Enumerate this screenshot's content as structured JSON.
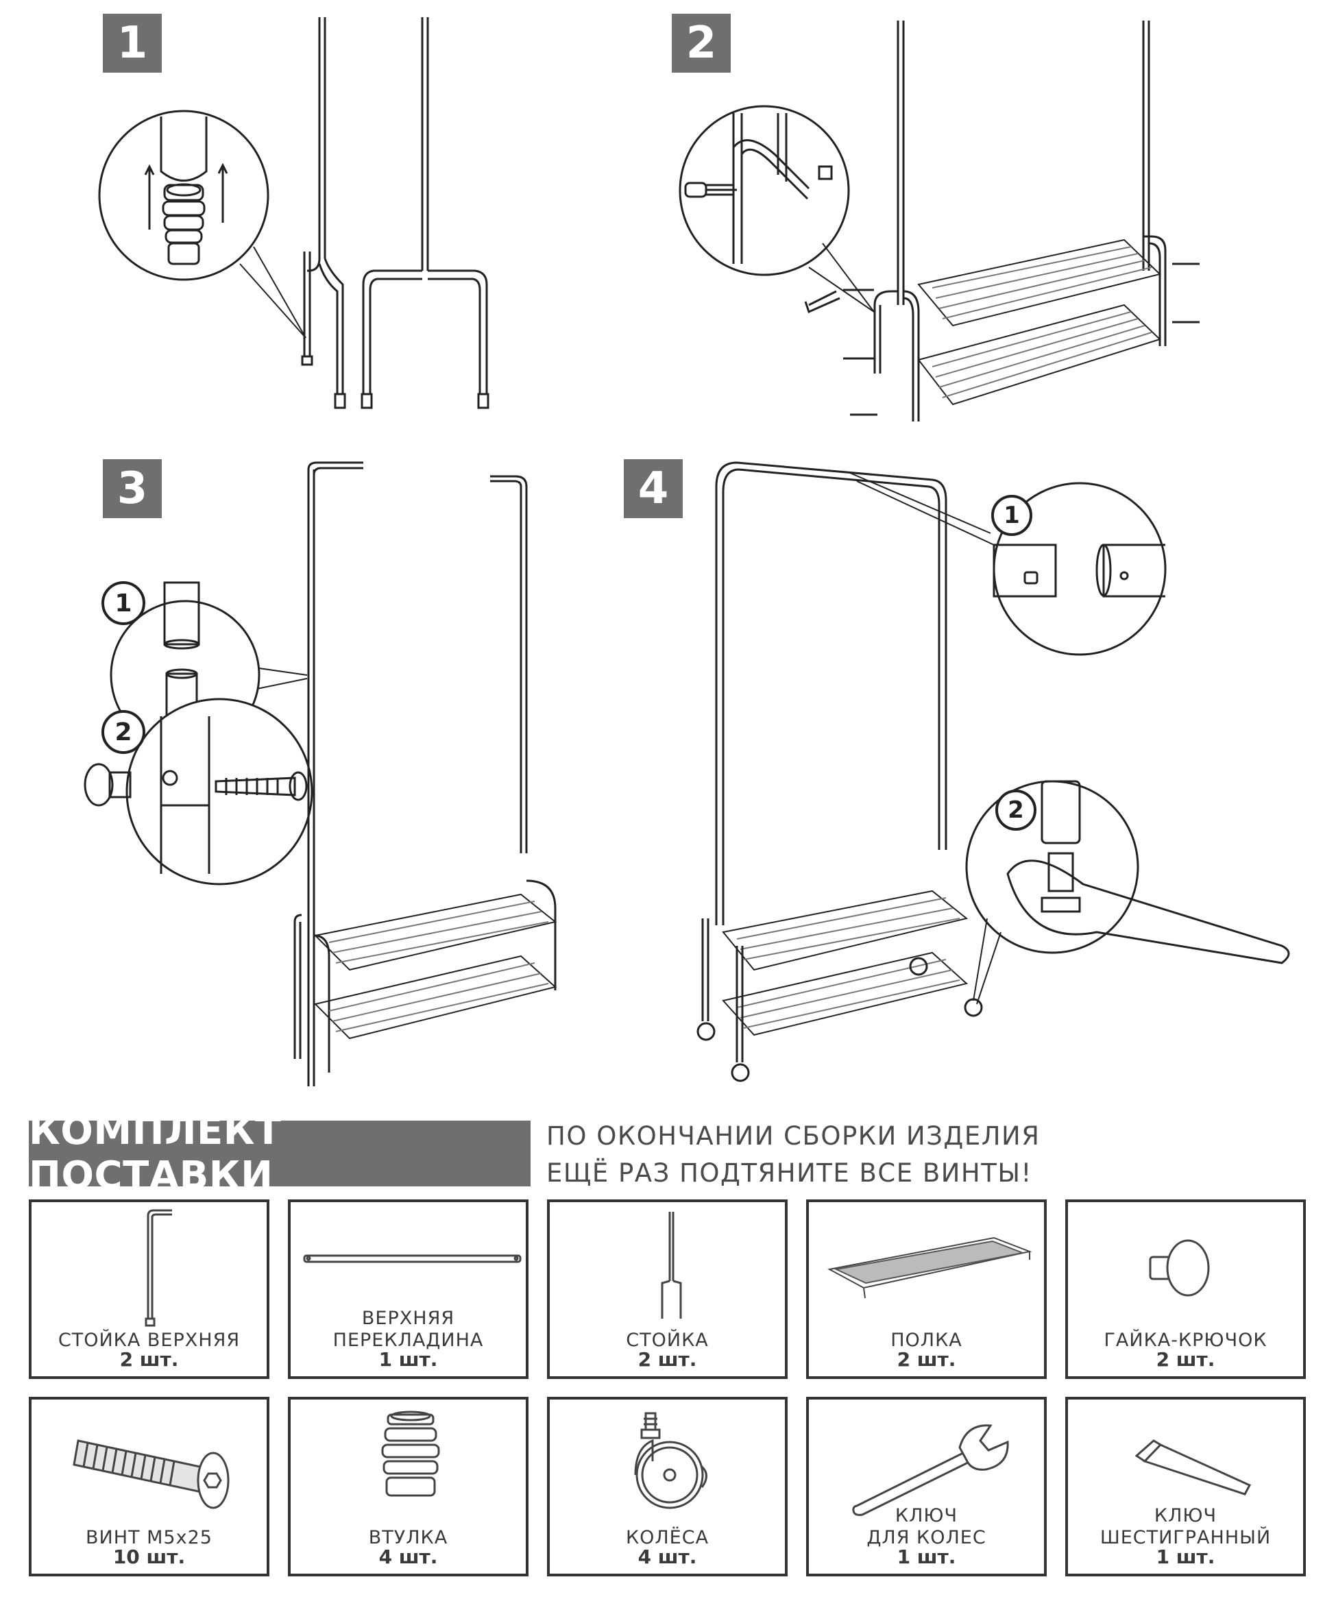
{
  "steps": [
    {
      "number": "1"
    },
    {
      "number": "2"
    },
    {
      "number": "3"
    },
    {
      "number": "4"
    }
  ],
  "callouts": {
    "step3_a": "1",
    "step3_b": "2",
    "step4_a": "1",
    "step4_b": "2"
  },
  "kit": {
    "title": "КОМПЛЕКТ ПОСТАВКИ",
    "note_line1": "ПО ОКОНЧАНИИ СБОРКИ ИЗДЕЛИЯ",
    "note_line2": "ЕЩЁ РАЗ ПОДТЯНИТЕ ВСЕ ВИНТЫ!",
    "parts": [
      {
        "label": "СТОЙКА ВЕРХНЯЯ",
        "qty": "2 шт.",
        "icon": "upper-post-icon"
      },
      {
        "label_line1": "ВЕРХНЯЯ",
        "label_line2": "ПЕРЕКЛАДИНА",
        "qty": "1 шт.",
        "icon": "crossbar-icon"
      },
      {
        "label": "СТОЙКА",
        "qty": "2 шт.",
        "icon": "post-icon"
      },
      {
        "label": "ПОЛКА",
        "qty": "2 шт.",
        "icon": "shelf-icon"
      },
      {
        "label": "ГАЙКА-КРЮЧОК",
        "qty": "2 шт.",
        "icon": "hook-nut-icon"
      },
      {
        "label": "ВИНТ M5x25",
        "qty": "10 шт.",
        "icon": "screw-icon"
      },
      {
        "label": "ВТУЛКА",
        "qty": "4 шт.",
        "icon": "bushing-icon"
      },
      {
        "label": "КОЛЁСА",
        "qty": "4 шт.",
        "icon": "caster-wheel-icon"
      },
      {
        "label_line1": "КЛЮЧ",
        "label_line2": "ДЛЯ КОЛЕС",
        "qty": "1 шт.",
        "icon": "wrench-icon"
      },
      {
        "label_line1": "КЛЮЧ",
        "label_line2": "ШЕСТИГРАННЫЙ",
        "qty": "1 шт.",
        "icon": "hex-key-icon"
      }
    ]
  }
}
